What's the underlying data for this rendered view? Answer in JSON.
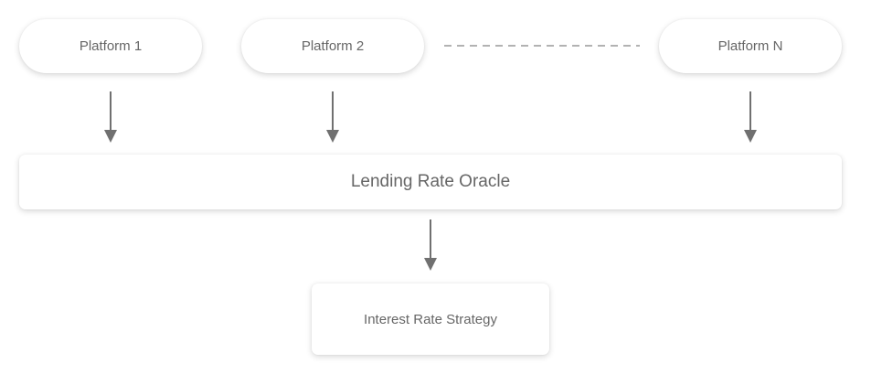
{
  "diagram": {
    "platforms": [
      {
        "label": "Platform 1"
      },
      {
        "label": "Platform 2"
      },
      {
        "label": "Platform N"
      }
    ],
    "oracle": {
      "label": "Lending Rate Oracle"
    },
    "strategy": {
      "label": "Interest Rate Strategy"
    }
  },
  "colors": {
    "text": "#666666",
    "arrow": "#707070",
    "dashed_line": "#999999",
    "node_background": "#ffffff"
  }
}
